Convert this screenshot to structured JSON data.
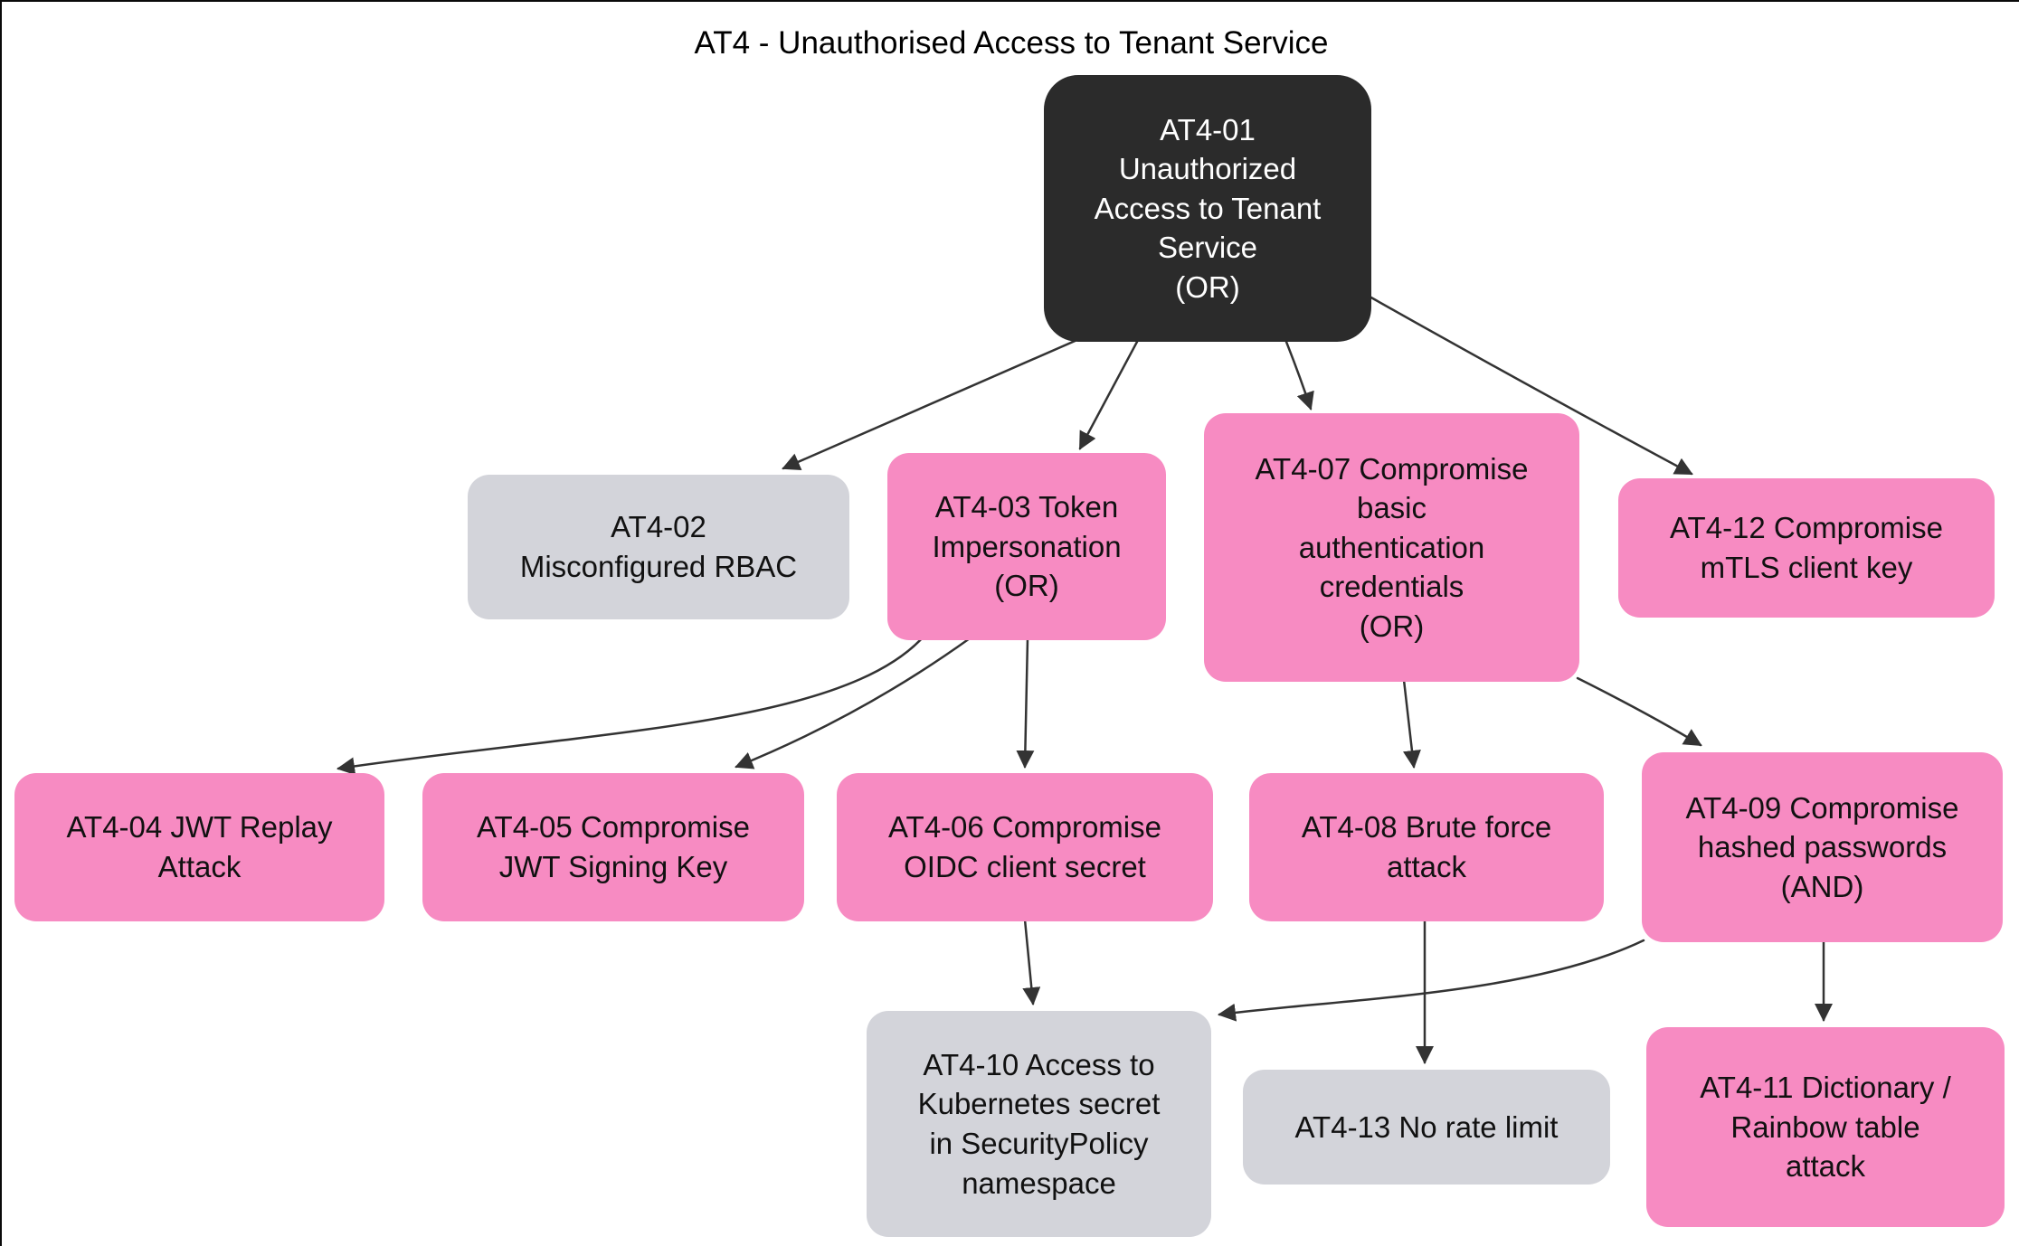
{
  "diagram": {
    "title": "AT4 - Unauthorised Access to Tenant Service",
    "type": "attack-tree-flowchart",
    "colors": {
      "background": "#ffffff",
      "root_fill": "#2b2b2b",
      "root_text": "#ffffff",
      "attack_fill": "#f78bc2",
      "neutral_fill": "#d3d4da",
      "node_text": "#111111",
      "edge": "#333333"
    },
    "nodes": [
      {
        "id": "AT4-01",
        "fill": "dark",
        "label": "AT4-01\nUnauthorized\nAccess to Tenant\nService\n(OR)"
      },
      {
        "id": "AT4-02",
        "fill": "gray",
        "label": "AT4-02\nMisconfigured RBAC"
      },
      {
        "id": "AT4-03",
        "fill": "pink",
        "label": "AT4-03 Token\nImpersonation\n(OR)"
      },
      {
        "id": "AT4-04",
        "fill": "pink",
        "label": "AT4-04 JWT Replay\nAttack"
      },
      {
        "id": "AT4-05",
        "fill": "pink",
        "label": "AT4-05 Compromise\nJWT Signing Key"
      },
      {
        "id": "AT4-06",
        "fill": "pink",
        "label": "AT4-06 Compromise\nOIDC client secret"
      },
      {
        "id": "AT4-07",
        "fill": "pink",
        "label": "AT4-07 Compromise\nbasic\nauthentication\ncredentials\n(OR)"
      },
      {
        "id": "AT4-08",
        "fill": "pink",
        "label": "AT4-08 Brute force\nattack"
      },
      {
        "id": "AT4-09",
        "fill": "pink",
        "label": "AT4-09 Compromise\nhashed passwords\n(AND)"
      },
      {
        "id": "AT4-10",
        "fill": "gray",
        "label": "AT4-10 Access to\nKubernetes secret\nin SecurityPolicy\nnamespace"
      },
      {
        "id": "AT4-11",
        "fill": "pink",
        "label": "AT4-11 Dictionary /\nRainbow table\nattack"
      },
      {
        "id": "AT4-12",
        "fill": "pink",
        "label": "AT4-12 Compromise\nmTLS client key"
      },
      {
        "id": "AT4-13",
        "fill": "gray",
        "label": "AT4-13 No rate limit"
      }
    ],
    "edges": [
      {
        "from": "AT4-01",
        "to": "AT4-02"
      },
      {
        "from": "AT4-01",
        "to": "AT4-03"
      },
      {
        "from": "AT4-01",
        "to": "AT4-07"
      },
      {
        "from": "AT4-01",
        "to": "AT4-12"
      },
      {
        "from": "AT4-03",
        "to": "AT4-04"
      },
      {
        "from": "AT4-03",
        "to": "AT4-05"
      },
      {
        "from": "AT4-03",
        "to": "AT4-06"
      },
      {
        "from": "AT4-07",
        "to": "AT4-08"
      },
      {
        "from": "AT4-07",
        "to": "AT4-09"
      },
      {
        "from": "AT4-06",
        "to": "AT4-10"
      },
      {
        "from": "AT4-08",
        "to": "AT4-13"
      },
      {
        "from": "AT4-09",
        "to": "AT4-10"
      },
      {
        "from": "AT4-09",
        "to": "AT4-11"
      }
    ]
  }
}
